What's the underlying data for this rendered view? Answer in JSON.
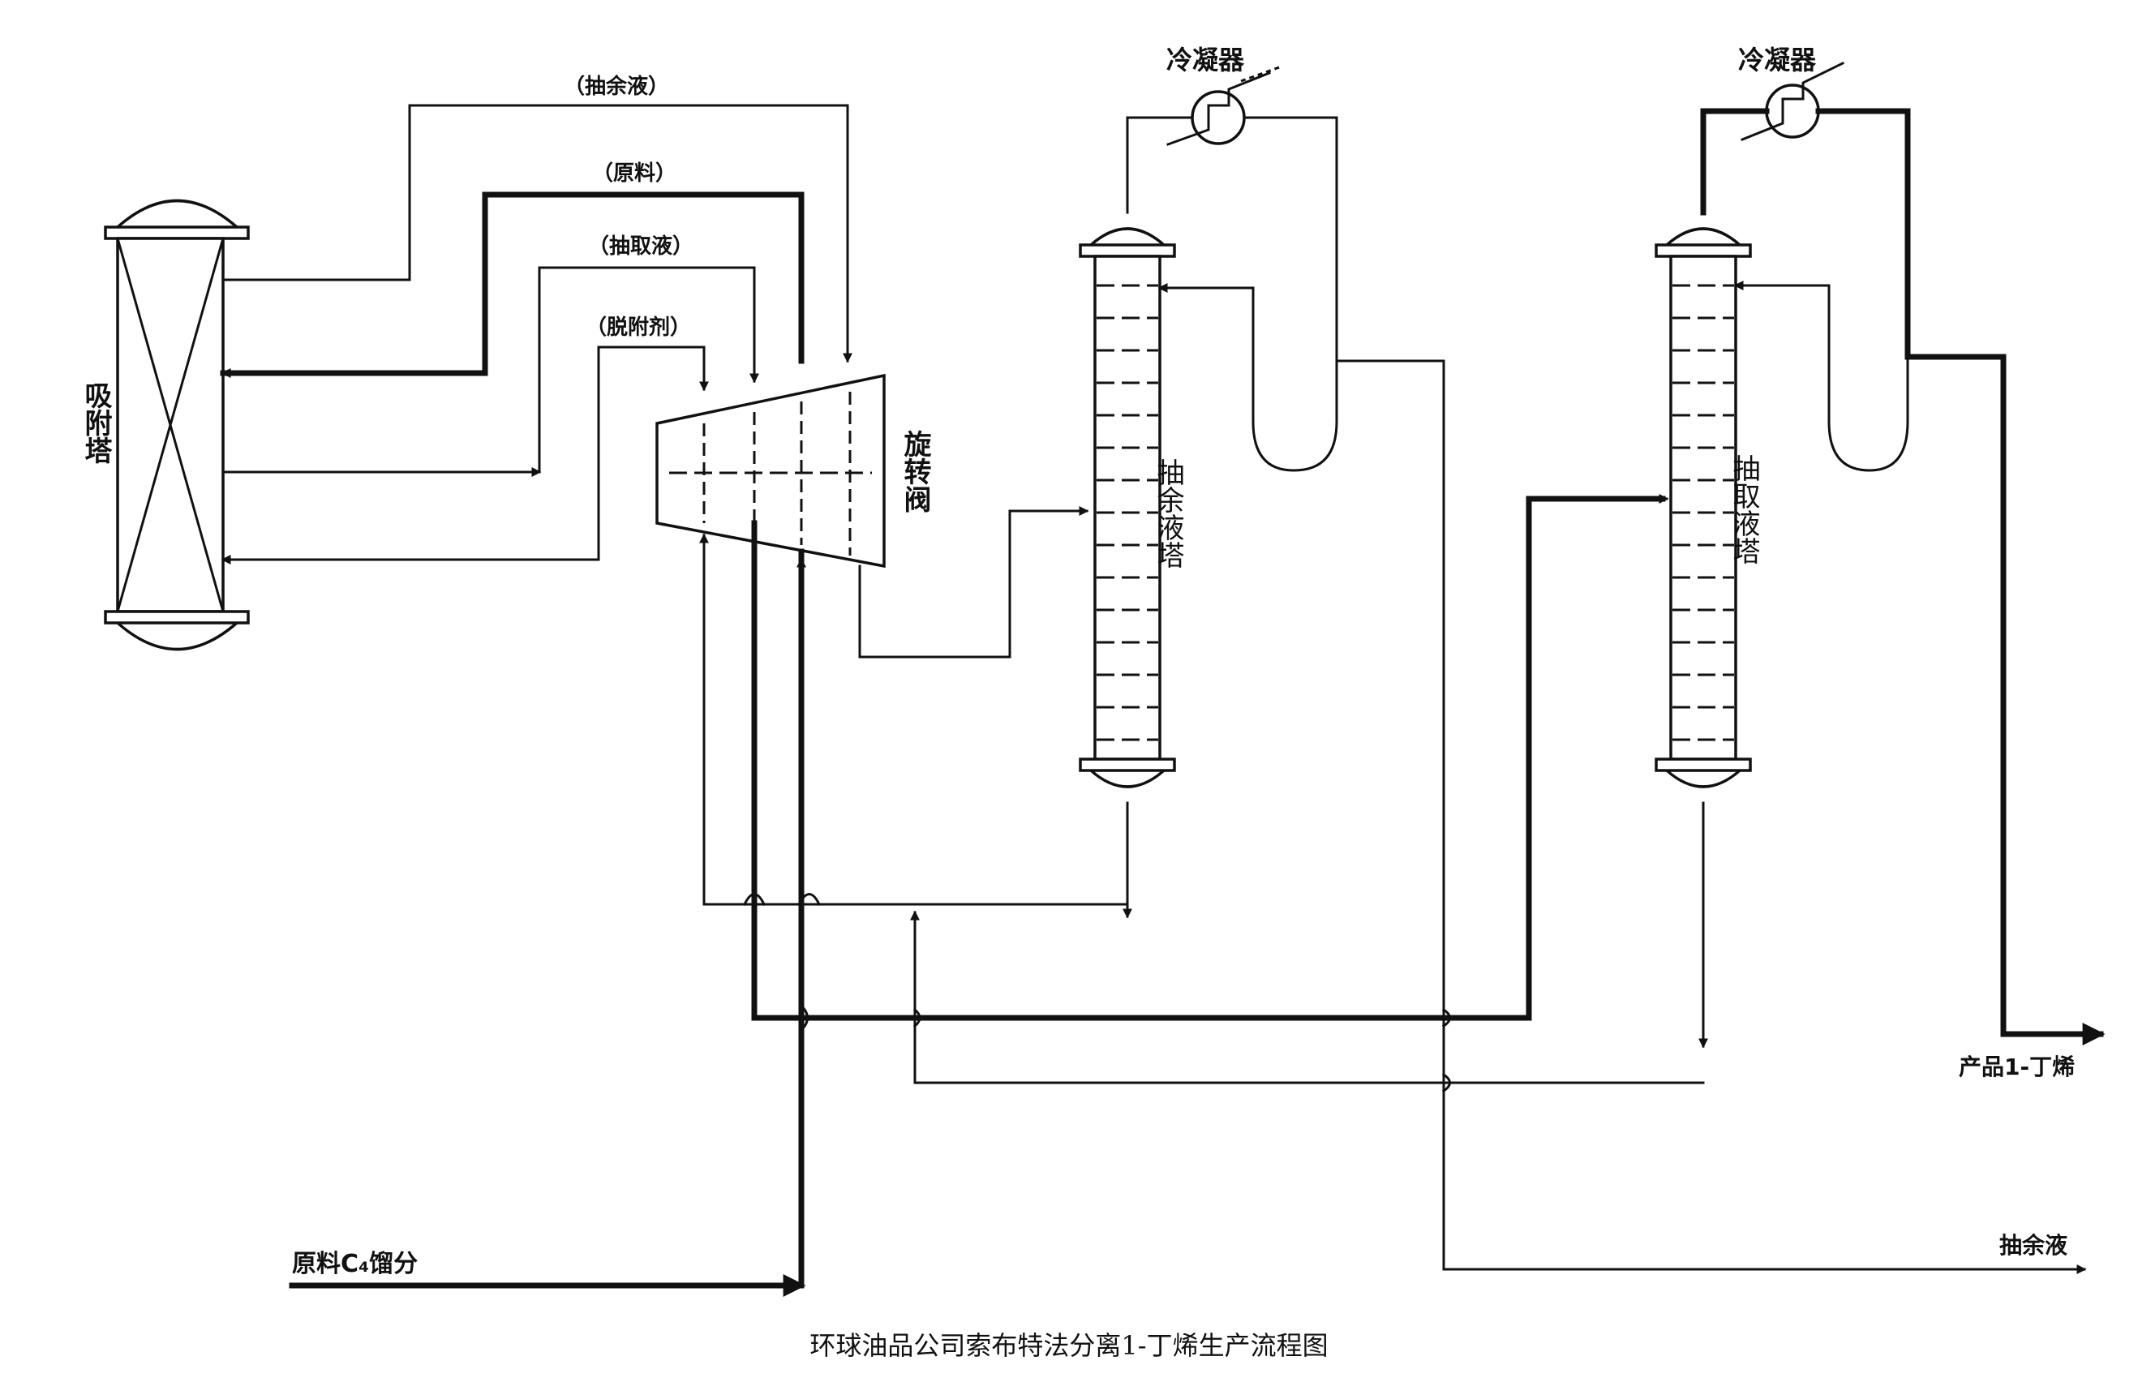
{
  "labels": {
    "raffinate_line": "（抽余液）",
    "feed_line": "（原料）",
    "extract_line": "（抽取液）",
    "desorbent_line": "（脱附剂）",
    "adsorber": "吸附塔",
    "rotary_valve": "旋转阀",
    "condenser_1": "冷凝器",
    "condenser_2": "冷凝器",
    "raffinate_column": "抽余液塔",
    "extract_column": "抽取液塔",
    "feed_in": "原料C₄馏分",
    "raffinate_out": "抽余液",
    "product_out": "产品1-丁烯"
  },
  "caption": "环球油品公司索布特法分离1-丁烯生产流程图"
}
